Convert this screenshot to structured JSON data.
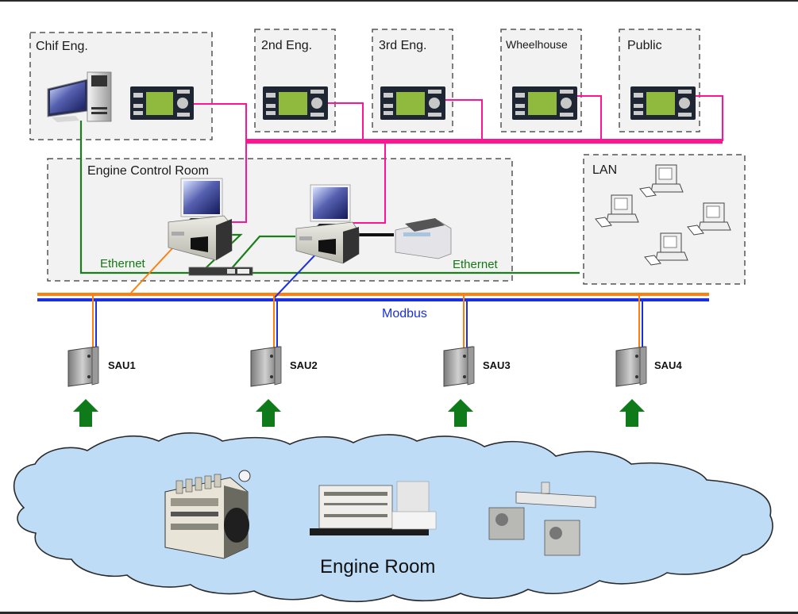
{
  "title": "Engine Room Monitoring Network Diagram",
  "colors": {
    "panel_bus": "#ff1493",
    "ethernet": "#1a7f1a",
    "orange_bus": "#ff7f0e",
    "modbus": "#1a2fe0",
    "cloud_fill": "#bfdcf7",
    "arrow": "#0f7a1a",
    "box_fill": "#f2f2f2"
  },
  "stations": [
    {
      "label": "Chif Eng.",
      "devices": [
        "desktop-pc",
        "display-panel"
      ]
    },
    {
      "label": "2nd Eng.",
      "devices": [
        "display-panel"
      ]
    },
    {
      "label": "3rd Eng.",
      "devices": [
        "display-panel"
      ]
    },
    {
      "label": "Wheelhouse",
      "devices": [
        "display-panel"
      ]
    },
    {
      "label": "Public",
      "devices": [
        "display-panel"
      ]
    }
  ],
  "control_room": {
    "label": "Engine Control Room",
    "devices": [
      "workstation-1",
      "workstation-2",
      "printer",
      "network-switch"
    ],
    "ethernet_labels": [
      "Ethernet",
      "Ethernet"
    ]
  },
  "lan": {
    "label": "LAN",
    "computers": 4
  },
  "bus": {
    "label": "Modbus"
  },
  "saus": [
    {
      "label": "SAU1"
    },
    {
      "label": "SAU2"
    },
    {
      "label": "SAU3"
    },
    {
      "label": "SAU4"
    }
  ],
  "engine_room": {
    "label": "Engine Room",
    "machines": [
      "main-engine",
      "generator-set",
      "auxiliary-machinery"
    ]
  }
}
